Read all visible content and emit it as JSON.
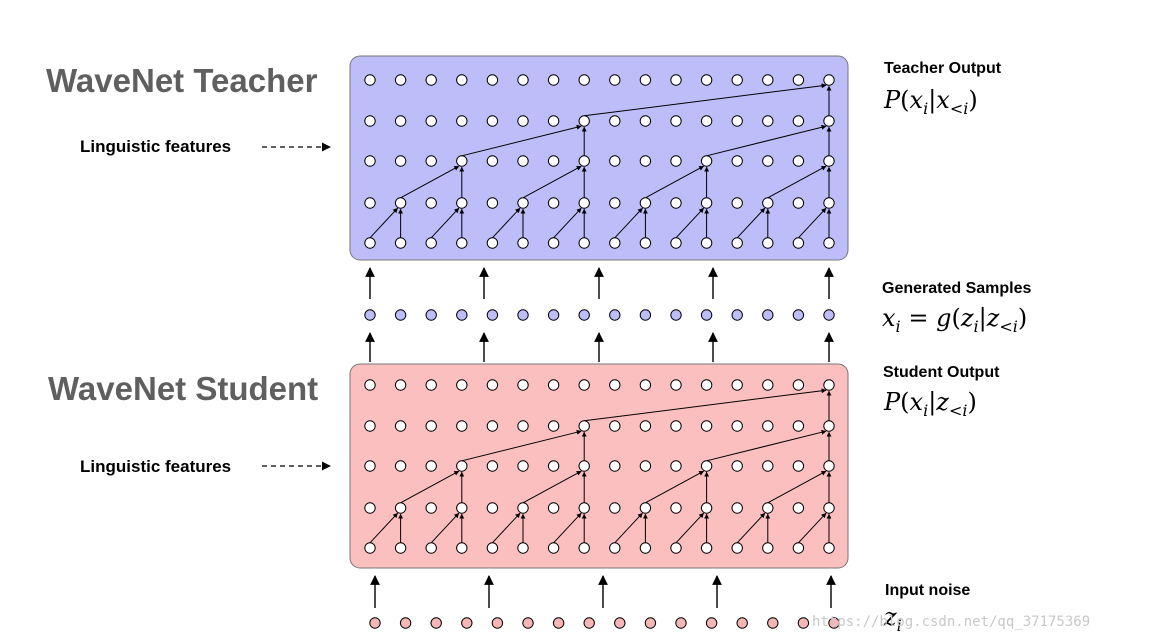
{
  "teacher": {
    "title": "WaveNet Teacher",
    "linguistic_label": "Linguistic features",
    "output_label": "Teacher Output",
    "output_formula": "P(x_i|x_{<i})",
    "color": "#bdbdf9"
  },
  "student": {
    "title": "WaveNet Student",
    "linguistic_label": "Linguistic features",
    "output_label": "Student Output",
    "output_formula": "P(x_i|z_{<i})",
    "color": "#fbbfbf"
  },
  "generated": {
    "label": "Generated Samples",
    "formula": "x_i = g(z_i|z_{<i})",
    "color": "#bdbdf9"
  },
  "noise": {
    "label": "Input noise",
    "formula": "z_i",
    "color": "#f7b6b6"
  },
  "watermark": "https://blog.csdn.net/qq_37175369"
}
